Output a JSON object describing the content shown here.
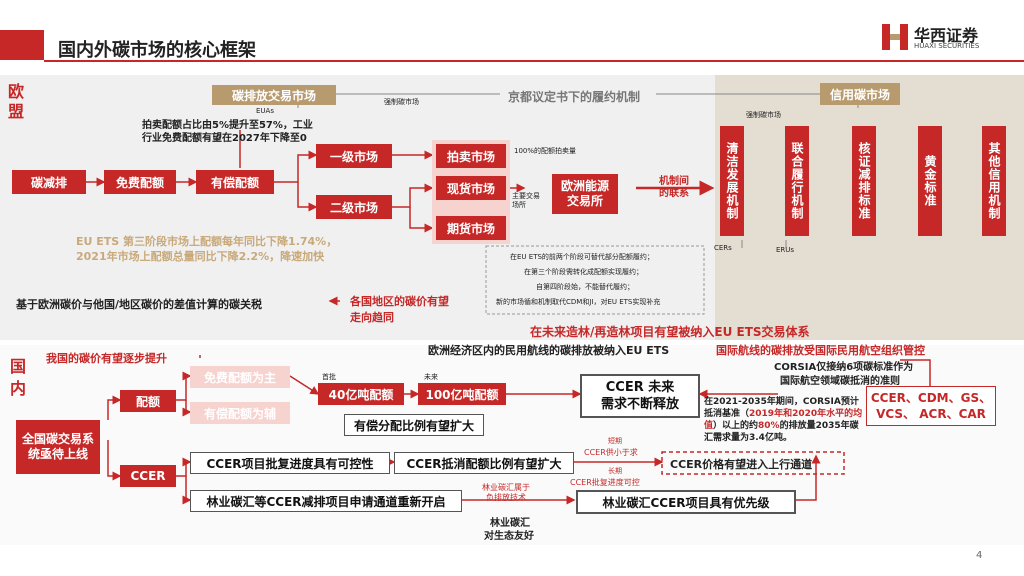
{
  "header": {
    "title": "国内外碳市场的核心框架",
    "logo_cn": "华西证券",
    "logo_en": "HUAXI SECURITIES",
    "page_number": "4"
  },
  "eu": {
    "region_label": "欧盟",
    "ets_label": "碳排放交易市场",
    "kyoto_label": "京都议定书下的履约机制",
    "credit_market_label": "信用碳市场",
    "compulsory_market": "强制碳市场",
    "compulsory_market_right": "强制碳市场",
    "euas": "EUAs",
    "quota_note_line1": "拍卖配额占比由5%提升至57%，工业",
    "quota_note_line2": "行业免费配额有望在2027年下降至0",
    "carbon_reduction": "碳减排",
    "free_quota": "免费配额",
    "paid_quota": "有偿配额",
    "primary_market": "一级市场",
    "secondary_market": "二级市场",
    "auction_market": "拍卖市场",
    "spot_market": "现货市场",
    "futures_market": "期货市场",
    "auction_volume_note": "100%的配额拍卖量",
    "main_exchange_note": "主要交易场所",
    "exchange": "欧洲能源交易所",
    "linkage": "机制间的联系",
    "cap_note_line1": "EU ETS 第三阶段市场上配额每年同比下降1.74%，",
    "cap_note_line2": "2021年市场上配额总量同比下降2.2%，降速加快",
    "cbam_text": "基于欧洲碳价与他国/地区碳价的差值计算的碳关税",
    "convergence_line1": "各国地区的碳价有望",
    "convergence_line2": "走向趋同",
    "credit_mechanisms": [
      "清洁发展机制",
      "联合履行机制",
      "核证减排标准",
      "黄金标准",
      "其他信用机制"
    ],
    "cers": "CERs",
    "erus": "ERUs",
    "offset_notes": [
      "在EU ETS的前两个阶段可替代部分配额履约；",
      "在第三个阶段需转化成配额实现履约；",
      "自第四阶段始，不能替代履约；",
      "新的市场循和机制取代CDM和JI，对EU ETS实现补充"
    ],
    "reforestation_note": "在未来造林/再造林项目有望被纳入EU ETS交易体系",
    "aviation_eu": "欧洲经济区内的民用航线的碳排放被纳入EU ETS",
    "aviation_intl": "国际航线的碳排放受国际民用航空组织管控",
    "corsia_line1": "CORSIA仅接纳6项碳标准作为",
    "corsia_line2": "国际航空领域碳抵消的准则"
  },
  "cn": {
    "region_label": "国内",
    "price_rise": "我国的碳价有望逐步提升",
    "system_box": "全国碳交易系统亟待上线",
    "quota": "配额",
    "ccer": "CCER",
    "paid_primary": "免费配额为主",
    "paid_secondary": "有偿配额为辅",
    "first_batch": "首批",
    "future": "未来",
    "quota_40": "40亿吨配额",
    "quota_100": "100亿吨配额",
    "paid_expand": "有偿分配比例有望扩大",
    "ccer_demand_line1": "CCER 未来",
    "ccer_demand_line2": "需求不断释放",
    "ccer_approval": "CCER项目批复进度具有可控性",
    "ccer_offset": "CCER抵消配额比例有望扩大",
    "short_term": "短期",
    "supply_short": "CCER供小于求",
    "long_term": "长期",
    "approval_control": "CCER批复进度可控",
    "price_up": "CCER价格有望进入上行通道",
    "forestry_reopen": "林业碳汇等CCER减排项目申请通道重新开启",
    "forestry_belongs_line1": "林业碳汇属于",
    "forestry_belongs_line2": "负排放技术",
    "forestry_eco_line1": "林业碳汇",
    "forestry_eco_line2": "对生态友好",
    "forestry_priority": "林业碳汇CCER项目具有优先级",
    "corsia_demand_line1": "在2021-2035年期间，CORSIA预",
    "corsia_demand_line2": "计抵消基准（",
    "corsia_demand_hl": "2019年和2020年水平的均值",
    "corsia_demand_line3": "）以上的约",
    "corsia_demand_pct": "80%",
    "corsia_demand_line4": "的排放量",
    "corsia_demand_line5": "2035年碳汇需求量为3.4亿吨。",
    "standards_line1": "CCER、CDM、GS、",
    "standards_line2": "VCS、 ACR、CAR"
  },
  "colors": {
    "brand_red": "#c62828",
    "gold": "#b79a6e",
    "pink": "#f7d3d0"
  }
}
